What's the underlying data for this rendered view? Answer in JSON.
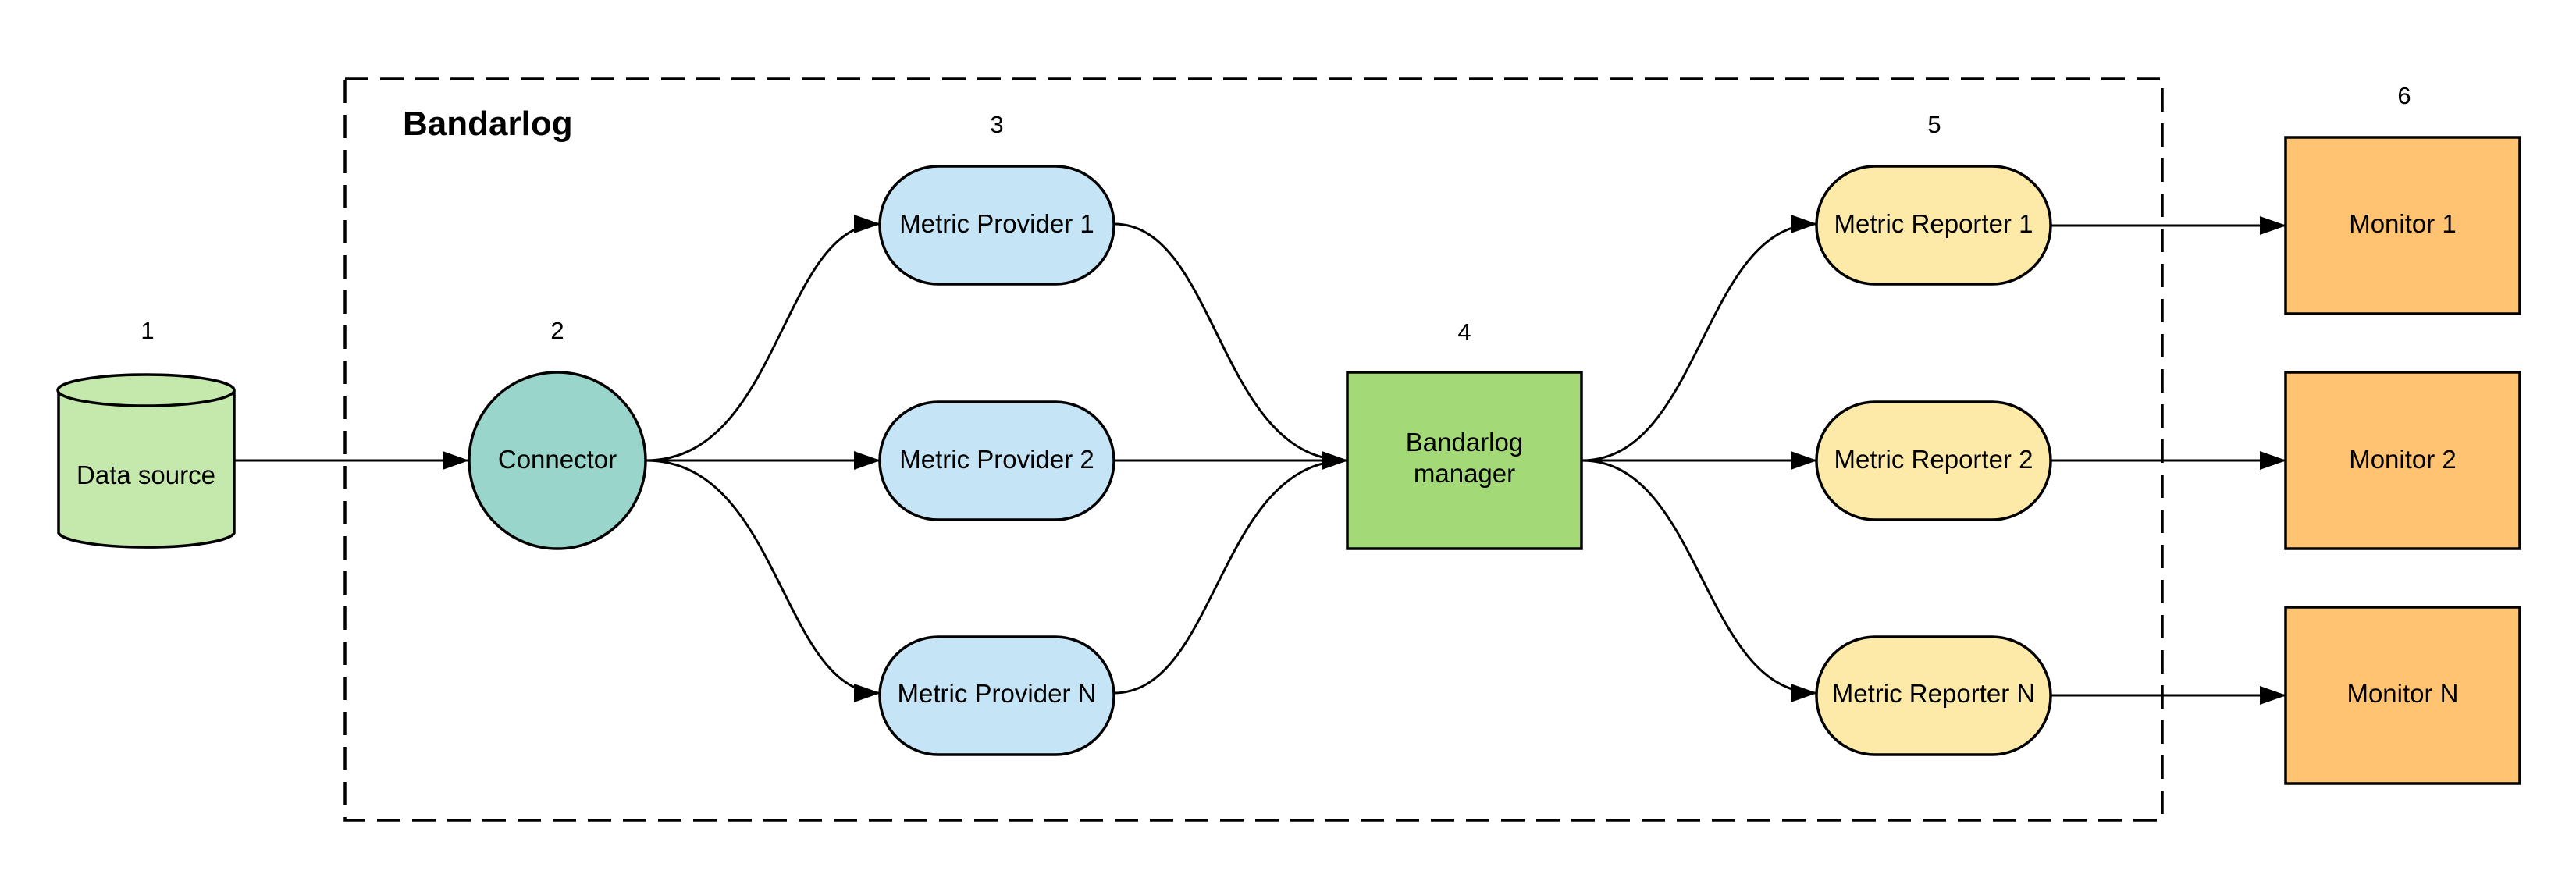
{
  "title": "Bandarlog",
  "colors": {
    "data_source": "#c5e8ac",
    "connector": "#99d5ca",
    "provider": "#c5e5f7",
    "manager": "#a3d977",
    "reporter": "#fdeaa8",
    "monitor": "#ffc372",
    "stroke": "#000000",
    "background": "#ffffff"
  },
  "step_numbers": {
    "data_source": "1",
    "connector": "2",
    "providers": "3",
    "manager": "4",
    "reporters": "5",
    "monitors": "6"
  },
  "nodes": {
    "data_source": "Data source",
    "connector": "Connector",
    "providers": [
      "Metric Provider 1",
      "Metric Provider 2",
      "Metric Provider N"
    ],
    "manager": [
      "Bandarlog",
      "manager"
    ],
    "reporters": [
      "Metric Reporter 1",
      "Metric Reporter 2",
      "Metric Reporter N"
    ],
    "monitors": [
      "Monitor 1",
      "Monitor 2",
      "Monitor N"
    ]
  }
}
